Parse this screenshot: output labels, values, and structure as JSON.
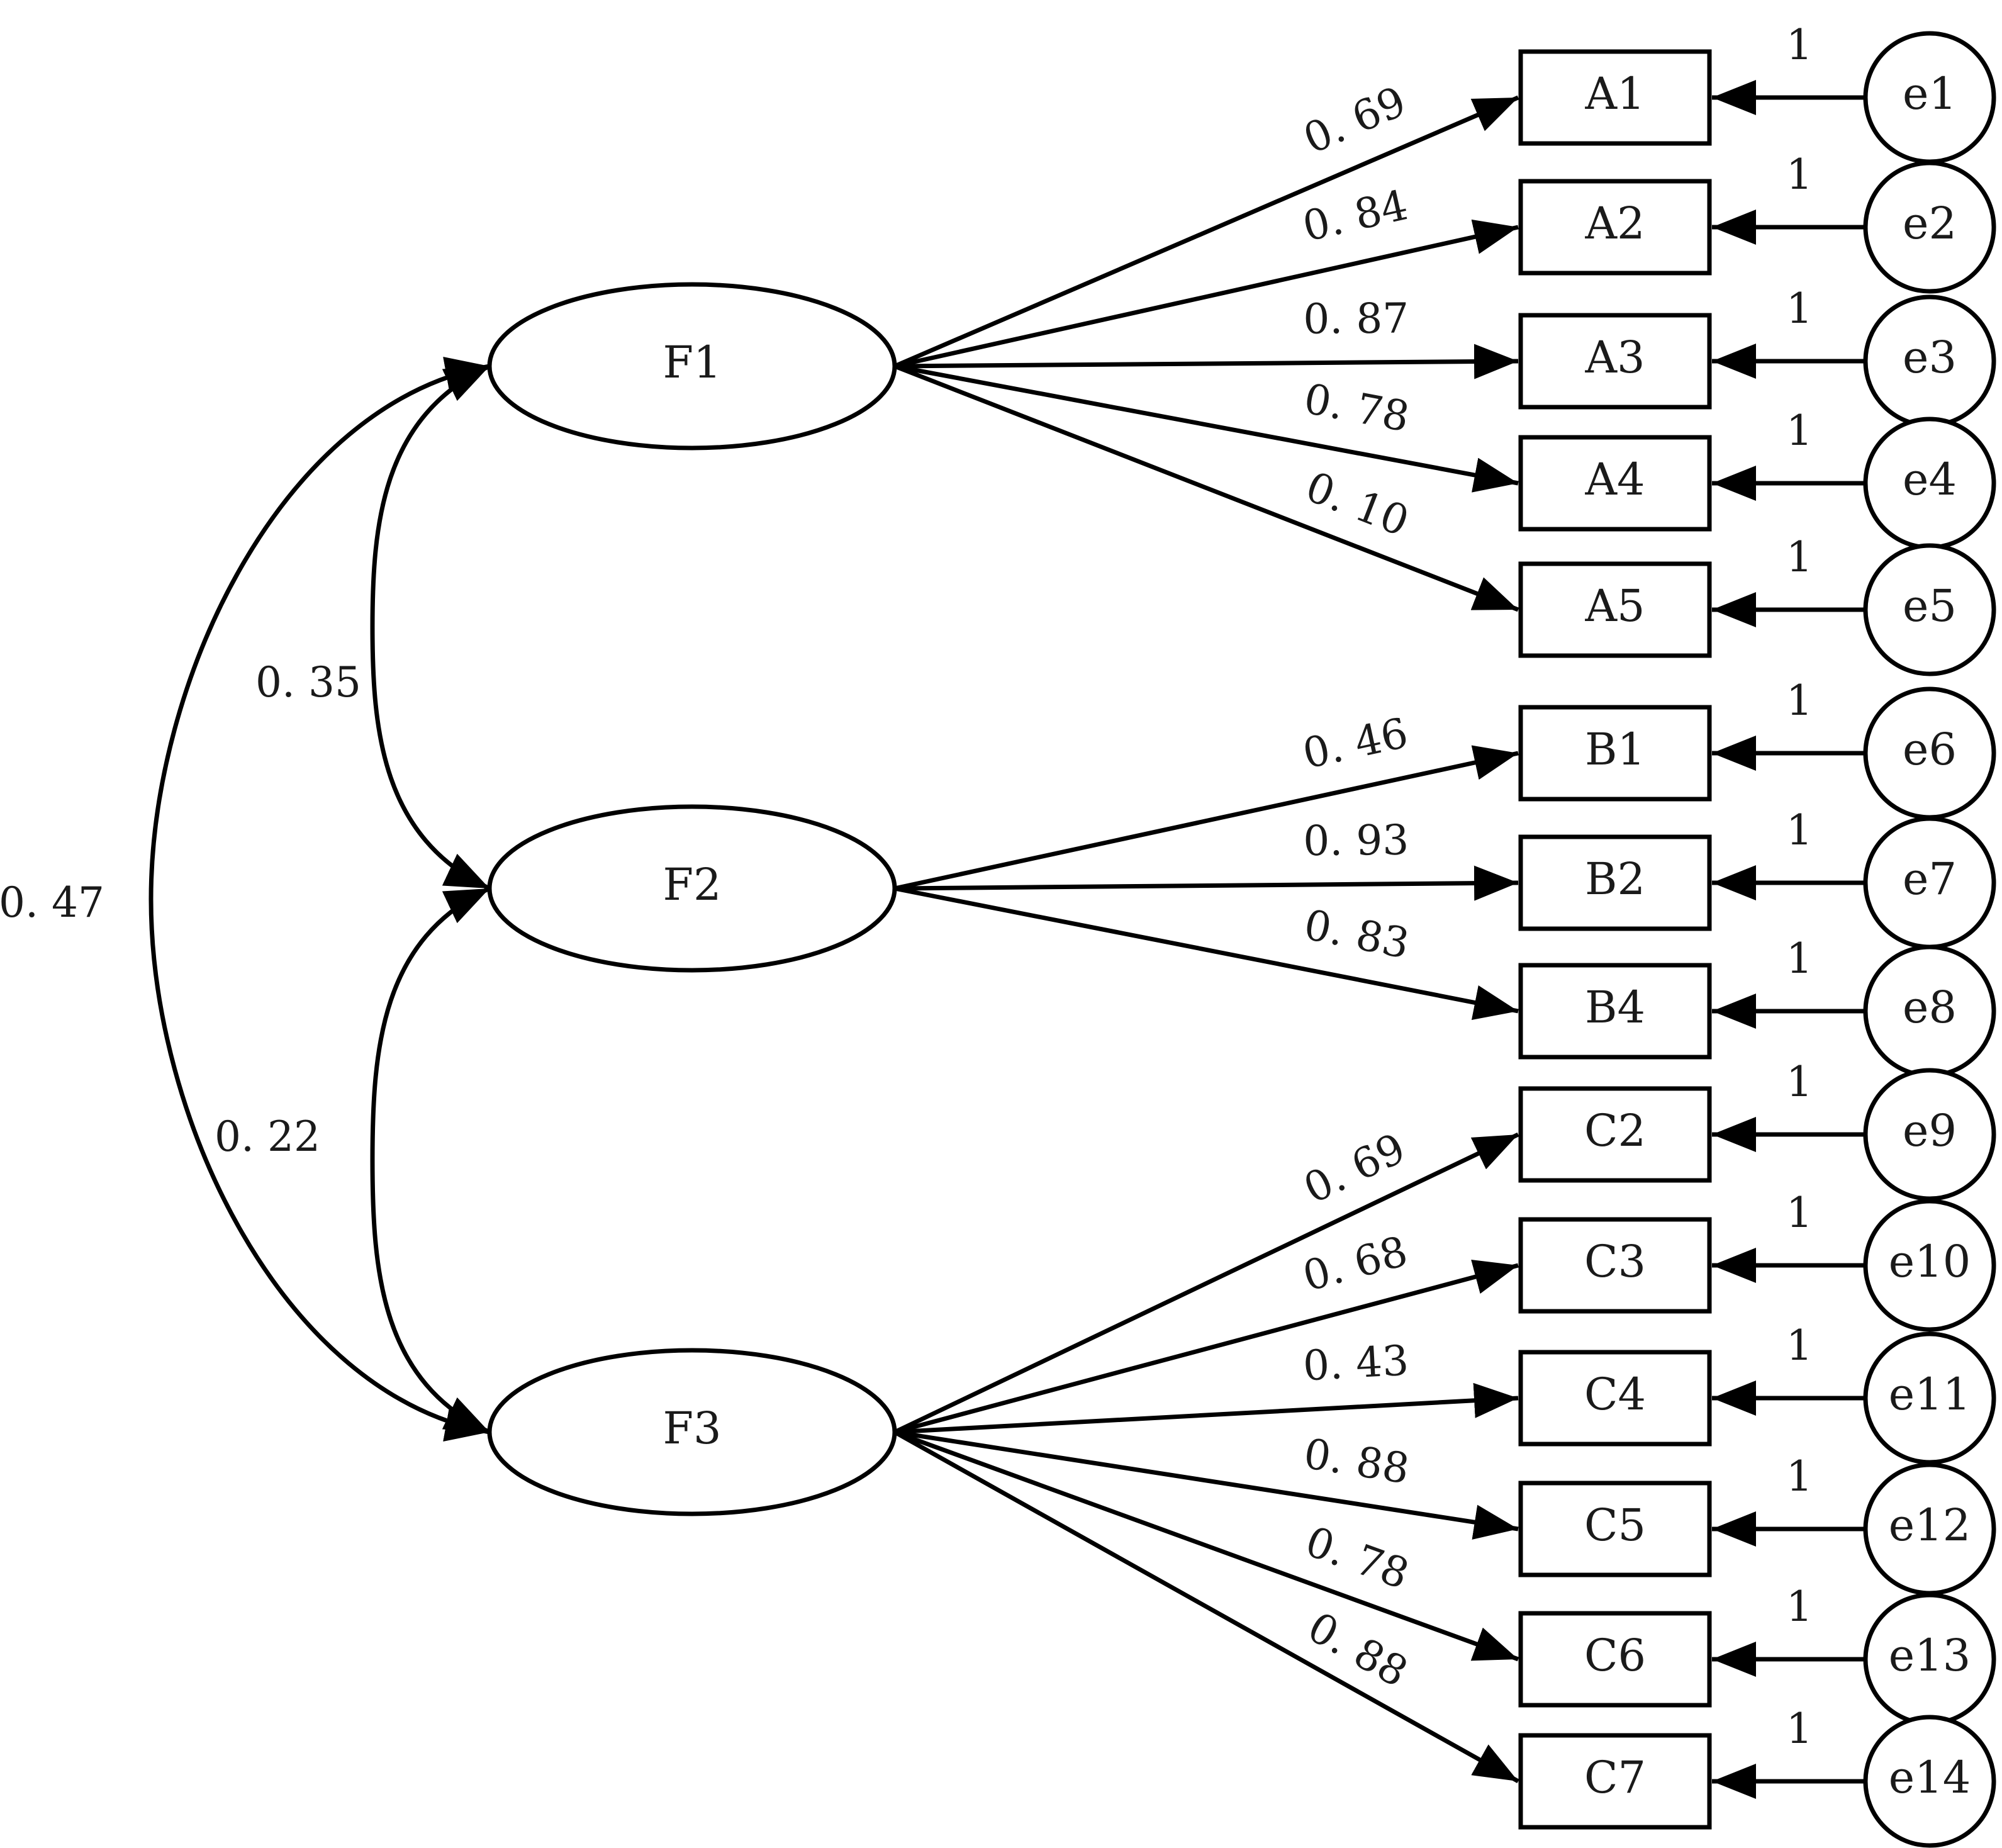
{
  "factors": [
    {
      "id": "F1",
      "label": "F1"
    },
    {
      "id": "F2",
      "label": "F2"
    },
    {
      "id": "F3",
      "label": "F3"
    }
  ],
  "indicators": [
    {
      "id": "A1",
      "label": "A1",
      "factor": "F1",
      "loading": "0. 69",
      "error": "e1"
    },
    {
      "id": "A2",
      "label": "A2",
      "factor": "F1",
      "loading": "0. 84",
      "error": "e2"
    },
    {
      "id": "A3",
      "label": "A3",
      "factor": "F1",
      "loading": "0. 87",
      "error": "e3"
    },
    {
      "id": "A4",
      "label": "A4",
      "factor": "F1",
      "loading": "0. 78",
      "error": "e4"
    },
    {
      "id": "A5",
      "label": "A5",
      "factor": "F1",
      "loading": "0. 10",
      "error": "e5"
    },
    {
      "id": "B1",
      "label": "B1",
      "factor": "F2",
      "loading": "0. 46",
      "error": "e6"
    },
    {
      "id": "B2",
      "label": "B2",
      "factor": "F2",
      "loading": "0. 93",
      "error": "e7"
    },
    {
      "id": "B4",
      "label": "B4",
      "factor": "F2",
      "loading": "0. 83",
      "error": "e8"
    },
    {
      "id": "C2",
      "label": "C2",
      "factor": "F3",
      "loading": "0. 69",
      "error": "e9"
    },
    {
      "id": "C3",
      "label": "C3",
      "factor": "F3",
      "loading": "0. 68",
      "error": "e10"
    },
    {
      "id": "C4",
      "label": "C4",
      "factor": "F3",
      "loading": "0. 43",
      "error": "e11"
    },
    {
      "id": "C5",
      "label": "C5",
      "factor": "F3",
      "loading": "0. 88",
      "error": "e12"
    },
    {
      "id": "C6",
      "label": "C6",
      "factor": "F3",
      "loading": "0. 78",
      "error": "e13"
    },
    {
      "id": "C7",
      "label": "C7",
      "factor": "F3",
      "loading": "0. 88",
      "error": "e14"
    }
  ],
  "error_path_label": "1",
  "correlations": [
    {
      "from": "F1",
      "to": "F2",
      "value": "0. 35"
    },
    {
      "from": "F2",
      "to": "F3",
      "value": "0. 22"
    },
    {
      "from": "F1",
      "to": "F3",
      "value": "0. 47"
    }
  ]
}
